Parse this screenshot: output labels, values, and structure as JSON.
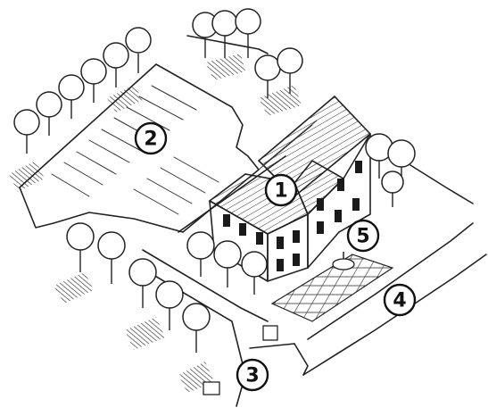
{
  "labels": [
    {
      "id": "1",
      "text": "1"
    },
    {
      "id": "2",
      "text": "2"
    },
    {
      "id": "3",
      "text": "3"
    },
    {
      "id": "4",
      "text": "4"
    },
    {
      "id": "5",
      "text": "5"
    }
  ],
  "colors": {
    "ink": "#222222",
    "paper": "#ffffff",
    "shade": "#1a1a1a"
  }
}
